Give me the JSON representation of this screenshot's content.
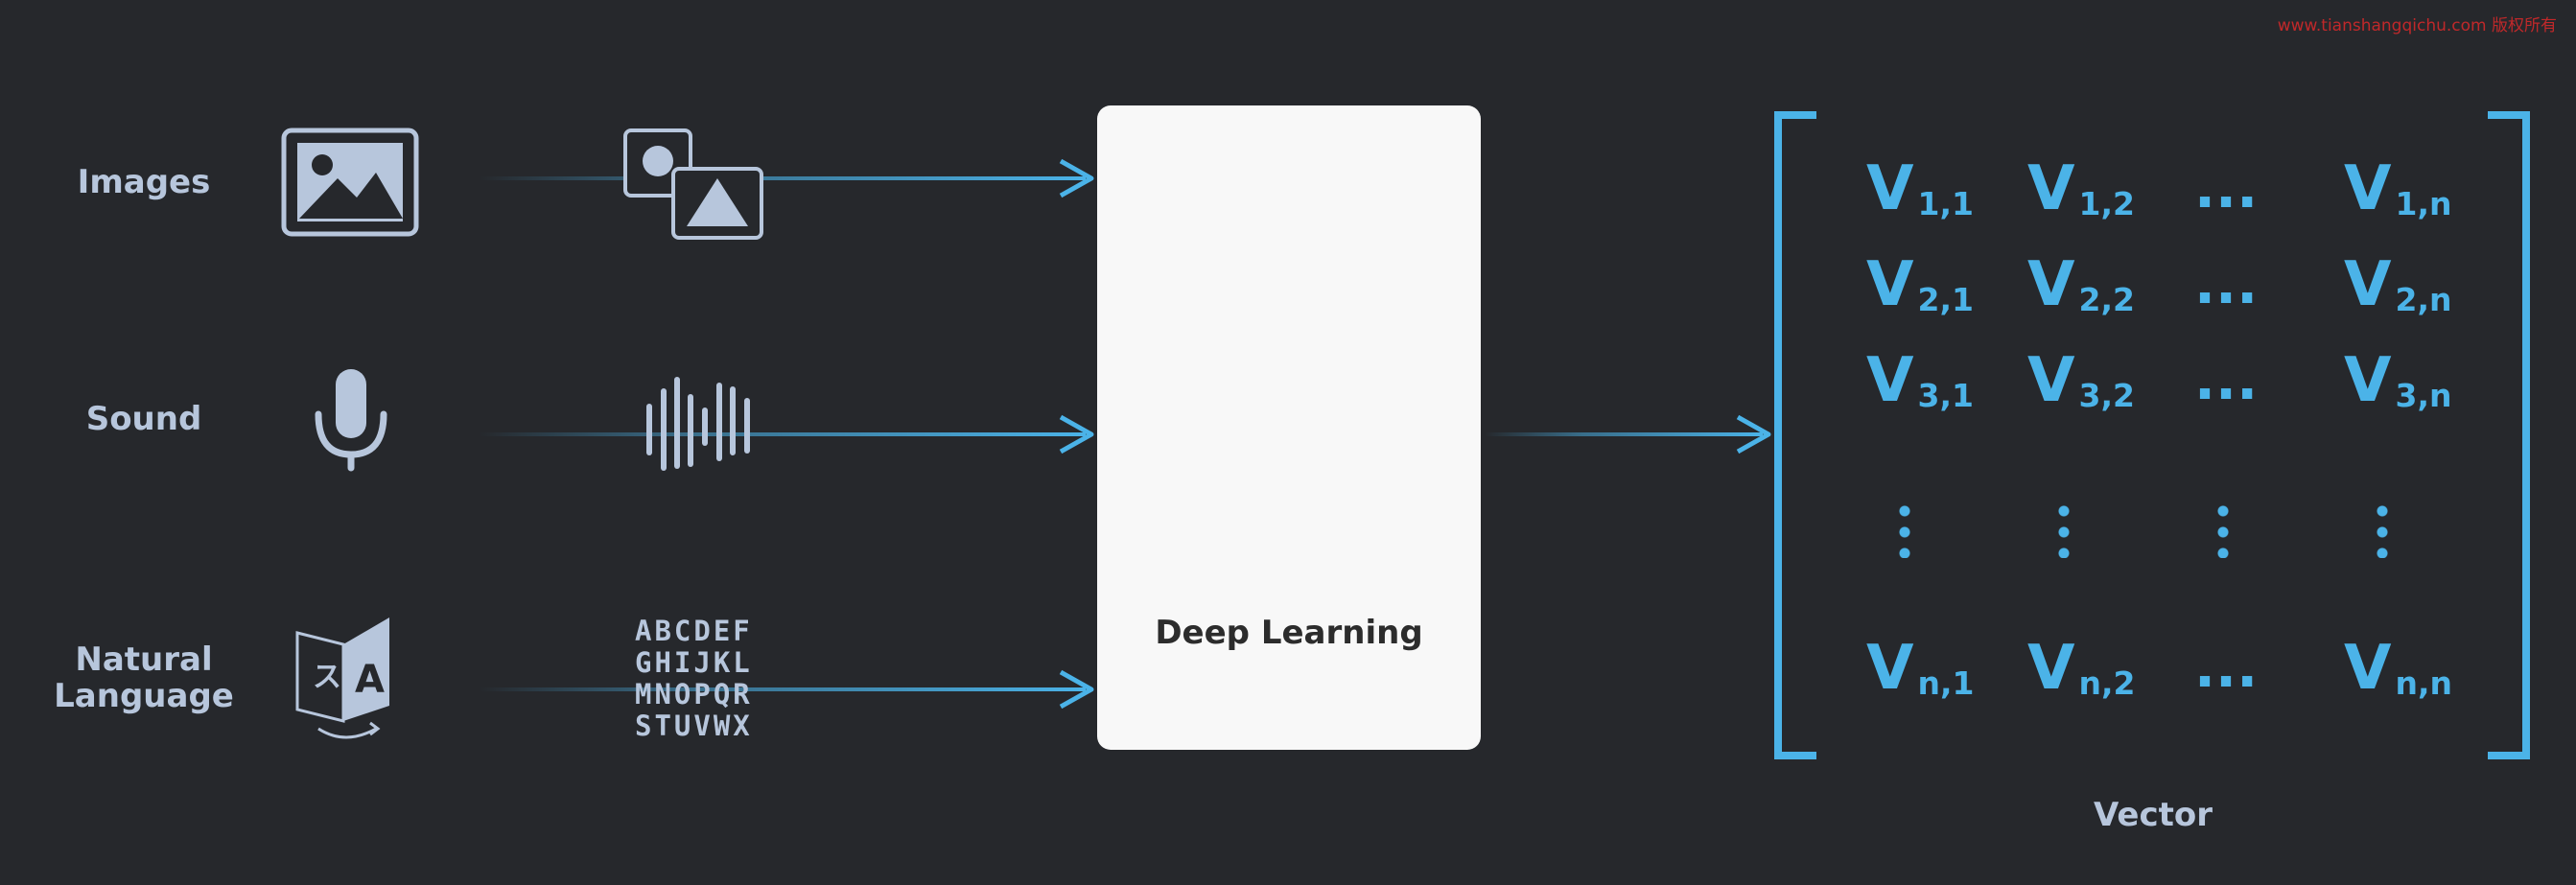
{
  "inputs": [
    {
      "label": "Images",
      "icon": "image-icon",
      "repr_icon": "image-shapes-icon"
    },
    {
      "label": "Sound",
      "icon": "microphone-icon",
      "repr_icon": "sound-wave-icon"
    },
    {
      "label": "Natural\nLanguage",
      "icon": "translate-icon",
      "repr_lines": [
        "ABCDEF",
        "GHIJKL",
        "MNOPQR",
        "STUVWX"
      ]
    }
  ],
  "model": {
    "label": "Deep Learning",
    "icon": "brain-circuit-icon"
  },
  "vector": {
    "label": "Vector",
    "rows": [
      [
        {
          "base": "V",
          "sub": "1,1"
        },
        {
          "base": "V",
          "sub": "1,2"
        },
        {
          "text": "..."
        },
        {
          "base": "V",
          "sub": "1,n"
        }
      ],
      [
        {
          "base": "V",
          "sub": "2,1"
        },
        {
          "base": "V",
          "sub": "2,2"
        },
        {
          "text": "..."
        },
        {
          "base": "V",
          "sub": "2,n"
        }
      ],
      [
        {
          "base": "V",
          "sub": "3,1"
        },
        {
          "base": "V",
          "sub": "3,2"
        },
        {
          "text": "..."
        },
        {
          "base": "V",
          "sub": "3,n"
        }
      ],
      [
        {
          "base": "V",
          "sub": "n,1"
        },
        {
          "base": "V",
          "sub": "n,2"
        },
        {
          "text": "..."
        },
        {
          "base": "V",
          "sub": "n,n"
        }
      ]
    ]
  },
  "watermark": "www.tianshangqichu.com 版权所有",
  "colors": {
    "background": "#26282c",
    "accent": "#4bb3e8",
    "muted": "#b7c6dc",
    "card": "#f8f8f8"
  }
}
